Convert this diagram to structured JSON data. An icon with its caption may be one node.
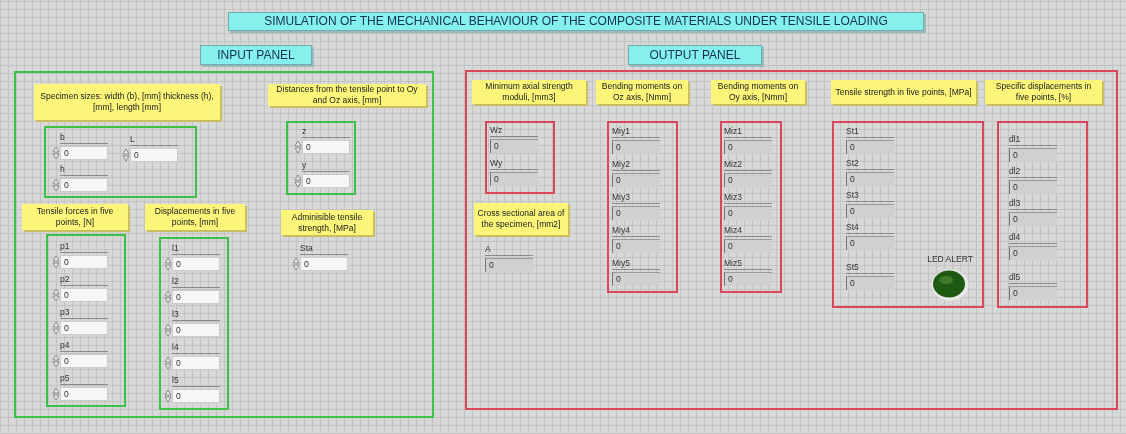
{
  "diagram": {
    "title": "SIMULATION OF THE MECHANICAL BEHAVIOUR OF THE COMPOSITE MATERIALS UNDER TENSILE LOADING",
    "nodes": [
      {
        "text": [
          "INPUT PANEL"
        ]
      },
      {
        "text": [
          "OUTPUT PANEL"
        ]
      },
      {
        "text": [],
        "shape": "box"
      },
      {
        "text": [
          "Specimen sizes: width (b), [mm] thickness (h), [mm], length [mm]"
        ],
        "in": 2
      },
      {
        "text": [],
        "shape": "box",
        "in": 2
      },
      {
        "text": [
          "b",
          "0"
        ],
        "in": 4
      },
      {
        "text": [
          "L",
          "0"
        ],
        "in": 4
      },
      {
        "text": [
          "h",
          "0"
        ],
        "in": 4
      },
      {
        "text": [
          "Distances from the tensile point to Oy and Oz axis, [mm]"
        ],
        "in": 2
      },
      {
        "text": [],
        "shape": "box",
        "in": 2
      },
      {
        "text": [
          "z",
          "0"
        ],
        "in": 9
      },
      {
        "text": [
          "y",
          "0"
        ],
        "in": 9
      },
      {
        "text": [
          "Tensile forces in five points, [N]"
        ],
        "in": 2
      },
      {
        "text": [
          "Displacements in five points, [mm]"
        ],
        "in": 2
      },
      {
        "text": [
          "Adminisible tensile strength, [MPa]"
        ],
        "in": 2
      },
      {
        "text": [],
        "shape": "box",
        "in": 2
      },
      {
        "text": [
          "p1",
          "0"
        ],
        "in": 15
      },
      {
        "text": [
          "p2",
          "0"
        ],
        "in": 15
      },
      {
        "text": [
          "p3",
          "0"
        ],
        "in": 15
      },
      {
        "text": [
          "p4",
          "0"
        ],
        "in": 15
      },
      {
        "text": [
          "p5",
          "0"
        ],
        "in": 15
      },
      {
        "text": [],
        "shape": "box",
        "in": 2
      },
      {
        "text": [
          "l1",
          "0"
        ],
        "in": 21
      },
      {
        "text": [
          "l2",
          "0"
        ],
        "in": 21
      },
      {
        "text": [
          "l3",
          "0"
        ],
        "in": 21
      },
      {
        "text": [
          "l4",
          "0"
        ],
        "in": 21
      },
      {
        "text": [
          "l5",
          "0"
        ],
        "in": 21
      },
      {
        "text": [
          "Sta",
          "0"
        ],
        "in": 2
      },
      {
        "text": [],
        "shape": "box"
      },
      {
        "text": [
          "Minimum axial strength moduli, [mm3]"
        ],
        "in": 28
      },
      {
        "text": [
          "Bending moments on Oz axis, [Nmm]"
        ],
        "in": 28
      },
      {
        "text": [
          "Bending moments on Oy axis, [Nmm]"
        ],
        "in": 28
      },
      {
        "text": [
          "Tensile strength in five points, [MPa]"
        ],
        "in": 28
      },
      {
        "text": [
          "Specific displacements in five points, [%]"
        ],
        "in": 28
      },
      {
        "text": [],
        "shape": "box",
        "in": 28
      },
      {
        "text": [
          "Wz",
          "0"
        ],
        "in": 34
      },
      {
        "text": [
          "Wy",
          "0"
        ],
        "in": 34
      },
      {
        "text": [
          "Cross sectional area of the specimen, [mm2]"
        ],
        "in": 28
      },
      {
        "text": [
          "A",
          "0"
        ],
        "in": 28
      },
      {
        "text": [],
        "shape": "box",
        "in": 28
      },
      {
        "text": [
          "Miy1",
          "0"
        ],
        "in": 39
      },
      {
        "text": [
          "Miy2",
          "0"
        ],
        "in": 39
      },
      {
        "text": [
          "Miy3",
          "0"
        ],
        "in": 39
      },
      {
        "text": [
          "Miy4",
          "0"
        ],
        "in": 39
      },
      {
        "text": [
          "Miy5",
          "0"
        ],
        "in": 39
      },
      {
        "text": [],
        "shape": "box",
        "in": 28
      },
      {
        "text": [
          "Miz1",
          "0"
        ],
        "in": 45
      },
      {
        "text": [
          "Miz2",
          "0"
        ],
        "in": 45
      },
      {
        "text": [
          "Miz3",
          "0"
        ],
        "in": 45
      },
      {
        "text": [
          "Miz4",
          "0"
        ],
        "in": 45
      },
      {
        "text": [
          "Miz5",
          "0"
        ],
        "in": 45
      },
      {
        "text": [],
        "shape": "box",
        "in": 28
      },
      {
        "text": [
          "St1",
          "0"
        ],
        "in": 51
      },
      {
        "text": [
          "St2",
          "0"
        ],
        "in": 51
      },
      {
        "text": [
          "St3",
          "0"
        ],
        "in": 51
      },
      {
        "text": [
          "St4",
          "0"
        ],
        "in": 51
      },
      {
        "text": [
          "St5",
          "0"
        ],
        "in": 51
      },
      {
        "text": [
          "LED ALERT"
        ],
        "in": 51
      },
      {
        "text": [],
        "shape": "box",
        "in": 28
      },
      {
        "text": [
          "dl1",
          "0"
        ],
        "in": 58
      },
      {
        "text": [
          "dl2",
          "0"
        ],
        "in": 58
      },
      {
        "text": [
          "dl3",
          "0"
        ],
        "in": 58
      },
      {
        "text": [
          "dl4",
          "0"
        ],
        "in": 58
      },
      {
        "text": [
          "dl5",
          "0"
        ],
        "in": 58
      }
    ],
    "edges": []
  }
}
